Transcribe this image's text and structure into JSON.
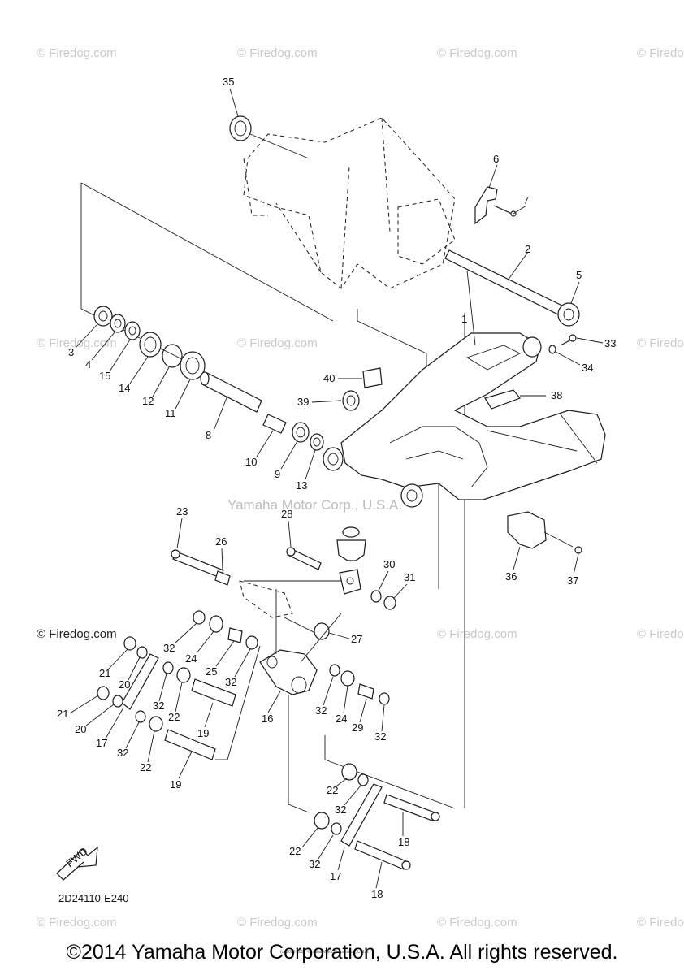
{
  "diagram": {
    "drawing_code": "2D24110-E240",
    "center_watermark": "Yamaha Motor Corp., U.S.A.",
    "fwd_label": "FWD",
    "fine_print": "(c) 2000-2016 Yamaha Motor Corporation, U.S.A."
  },
  "watermarks": [
    "© Firedog.com",
    "© Firedog.com",
    "© Firedog.com",
    "© Firedog.com",
    "© Firedog.com",
    "© Firedog.com",
    "© Firedog.com",
    "© Firedog.com",
    "© Firedog.com",
    "© Firedog.com",
    "© Firedog.com",
    "© Firedog.com",
    "© Firedog.com",
    "© Firedog.com"
  ],
  "callouts": [
    "35",
    "6",
    "7",
    "2",
    "5",
    "1",
    "33",
    "34",
    "40",
    "38",
    "39",
    "3",
    "4",
    "15",
    "14",
    "12",
    "11",
    "8",
    "10",
    "9",
    "13",
    "23",
    "26",
    "28",
    "30",
    "31",
    "27",
    "36",
    "37",
    "32",
    "24",
    "25",
    "32",
    "21",
    "20",
    "21",
    "20",
    "17",
    "32",
    "22",
    "19",
    "32",
    "22",
    "19",
    "16",
    "32",
    "24",
    "29",
    "32",
    "22",
    "32",
    "18",
    "22",
    "32",
    "17",
    "18"
  ],
  "footer": {
    "copyright": "©2014 Yamaha Motor Corporation, U.S.A. All rights reserved."
  }
}
